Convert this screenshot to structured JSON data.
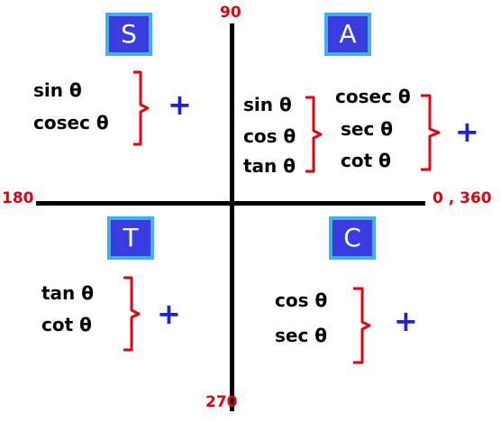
{
  "colors": {
    "axis": "#000000",
    "angle_label": "#e8000b",
    "box_fill": "#3b3ce0",
    "box_border": "#3fb1e8",
    "bracket": "#e8000b",
    "plus": "#1a22e0"
  },
  "angles": {
    "top": "90",
    "left": "180",
    "right": "0 , 360",
    "bottom": "270"
  },
  "quadrants": {
    "S": {
      "label": "S",
      "functions": [
        "sin θ",
        "cosec θ"
      ],
      "sign": "+"
    },
    "A": {
      "label": "A",
      "functions_left": [
        "sin θ",
        "cos θ",
        "tan θ"
      ],
      "functions_right": [
        "cosec θ",
        "sec θ",
        "cot θ"
      ],
      "sign": "+"
    },
    "T": {
      "label": "T",
      "functions": [
        "tan θ",
        "cot θ"
      ],
      "sign": "+"
    },
    "C": {
      "label": "C",
      "functions": [
        "cos θ",
        "sec θ"
      ],
      "sign": "+"
    }
  }
}
